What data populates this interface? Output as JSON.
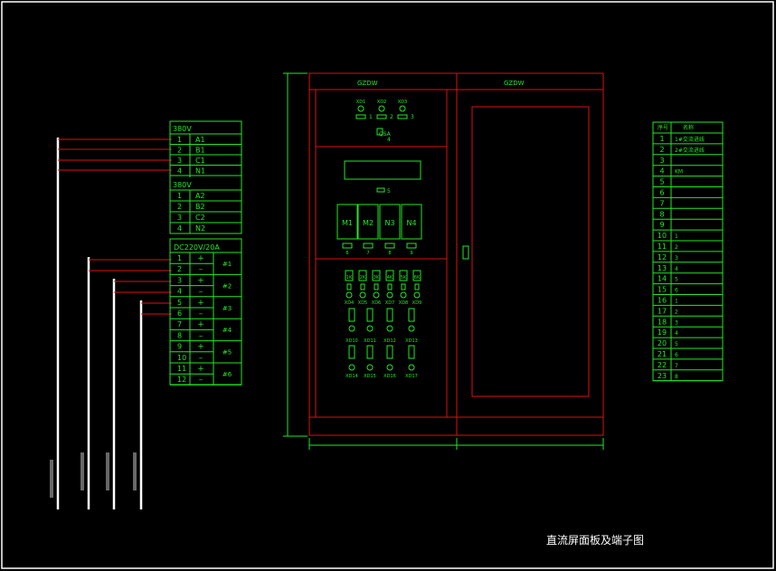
{
  "colors": {
    "background": "#000000",
    "frame": "#ffffff",
    "cabinet": "#e01010",
    "text": "#22e822",
    "cable": "#ffffff"
  },
  "drawing_title": "直流屏面板及端子图",
  "terminal_block_ac": {
    "group1_title": "380V",
    "group1_rows": [
      {
        "num": "1",
        "label": "A1"
      },
      {
        "num": "2",
        "label": "B1"
      },
      {
        "num": "3",
        "label": "C1"
      },
      {
        "num": "4",
        "label": "N1"
      }
    ],
    "group2_title": "380V",
    "group2_rows": [
      {
        "num": "1",
        "label": "A2"
      },
      {
        "num": "2",
        "label": "B2"
      },
      {
        "num": "3",
        "label": "C2"
      },
      {
        "num": "4",
        "label": "N2"
      }
    ]
  },
  "terminal_block_dc": {
    "title": "DC220V/20A",
    "rows": [
      {
        "num": "1",
        "sign": "+"
      },
      {
        "num": "2",
        "sign": "–"
      },
      {
        "num": "3",
        "sign": "+"
      },
      {
        "num": "4",
        "sign": "–"
      },
      {
        "num": "5",
        "sign": "+"
      },
      {
        "num": "6",
        "sign": "–"
      },
      {
        "num": "7",
        "sign": "+"
      },
      {
        "num": "8",
        "sign": "–"
      },
      {
        "num": "9",
        "sign": "+"
      },
      {
        "num": "10",
        "sign": "–"
      },
      {
        "num": "11",
        "sign": "+"
      },
      {
        "num": "12",
        "sign": "–"
      }
    ],
    "groups": [
      "#1",
      "#2",
      "#3",
      "#4",
      "#5",
      "#6"
    ]
  },
  "cabinet_left": {
    "header": "GZDW",
    "top_labels": [
      "XD1",
      "XD2",
      "XD3"
    ],
    "top_numbers": [
      "1",
      "2",
      "3"
    ],
    "qsa_label": "QSA",
    "qsa_number": "4",
    "display_number": "5",
    "modules": [
      "M1",
      "M2",
      "N3",
      "N4"
    ],
    "module_numbers": [
      "6",
      "7",
      "8",
      "9"
    ],
    "breaker_labels": [
      "1K",
      "2K",
      "3K",
      "4K",
      "5K",
      "6K"
    ],
    "row1_labels": [
      "XD4",
      "XD5",
      "XD6",
      "XD7",
      "XD8",
      "XD9"
    ],
    "row2_labels": [
      "XD10",
      "XD11",
      "XD12",
      "XD13"
    ],
    "row3_labels": [
      "XD14",
      "XD15",
      "XD16",
      "XD17"
    ]
  },
  "cabinet_right": {
    "header": "GZDW"
  },
  "legend": {
    "header_num": "序号",
    "header_name": "名称",
    "rows": [
      {
        "num": "1",
        "name": "1#交流进线"
      },
      {
        "num": "2",
        "name": "2#交流进线"
      },
      {
        "num": "3",
        "name": ""
      },
      {
        "num": "4",
        "name": "KM"
      },
      {
        "num": "5",
        "name": ""
      },
      {
        "num": "6",
        "name": ""
      },
      {
        "num": "7",
        "name": ""
      },
      {
        "num": "8",
        "name": ""
      },
      {
        "num": "9",
        "name": ""
      },
      {
        "num": "10",
        "name": "1"
      },
      {
        "num": "11",
        "name": "2"
      },
      {
        "num": "12",
        "name": "3"
      },
      {
        "num": "13",
        "name": "4"
      },
      {
        "num": "14",
        "name": "5"
      },
      {
        "num": "15",
        "name": "6"
      },
      {
        "num": "16",
        "name": "1"
      },
      {
        "num": "17",
        "name": "2"
      },
      {
        "num": "18",
        "name": "3"
      },
      {
        "num": "19",
        "name": "4"
      },
      {
        "num": "20",
        "name": "5"
      },
      {
        "num": "21",
        "name": "6"
      },
      {
        "num": "22",
        "name": "7"
      },
      {
        "num": "23",
        "name": "8"
      }
    ]
  }
}
